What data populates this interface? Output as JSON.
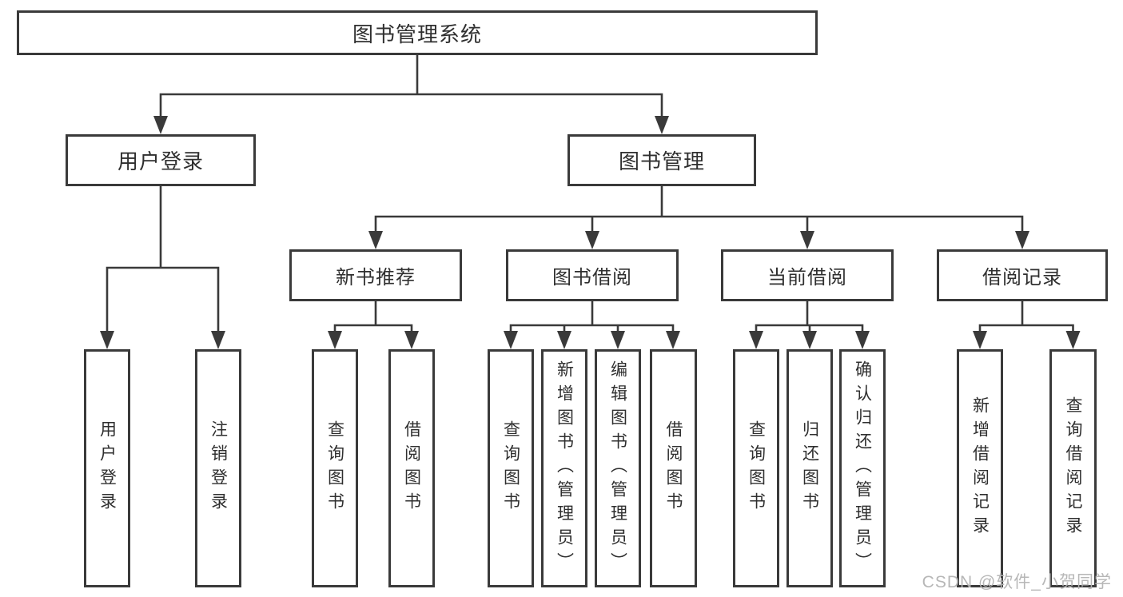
{
  "diagram": {
    "root": {
      "label": "图书管理系统"
    },
    "branches": [
      {
        "label": "用户登录",
        "children": [
          {
            "label": "用户登录"
          },
          {
            "label": "注销登录"
          }
        ]
      },
      {
        "label": "图书管理",
        "children": [
          {
            "label": "新书推荐",
            "children": [
              {
                "label": "查询图书"
              },
              {
                "label": "借阅图书"
              }
            ]
          },
          {
            "label": "图书借阅",
            "children": [
              {
                "label": "查询图书"
              },
              {
                "label": "新增图书（管理员）"
              },
              {
                "label": "编辑图书（管理员）"
              },
              {
                "label": "借阅图书"
              }
            ]
          },
          {
            "label": "当前借阅",
            "children": [
              {
                "label": "查询图书"
              },
              {
                "label": "归还图书"
              },
              {
                "label": "确认归还（管理员）"
              }
            ]
          },
          {
            "label": "借阅记录",
            "children": [
              {
                "label": "新增借阅记录"
              },
              {
                "label": "查询借阅记录"
              }
            ]
          }
        ]
      }
    ]
  },
  "watermark": {
    "text": "CSDN @软件_小贺同学"
  },
  "colors": {
    "line": "#3a3a3a",
    "text": "#2f2f2f",
    "watermark": "#b3b3b3",
    "background": "#ffffff"
  }
}
